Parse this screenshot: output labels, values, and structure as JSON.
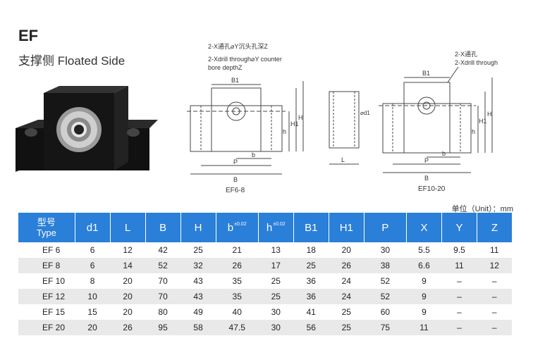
{
  "header": {
    "title": "EF",
    "subtitle": "支撑侧 Floated Side"
  },
  "drawing": {
    "note1_cn": "2-X通孔⌀Y沉头孔深Z",
    "note1_en1": "2-Xdrill through⌀Y counter",
    "note1_en2": "bore depthZ",
    "note2_cn": "2-X通孔",
    "note2_en": "2-Xdrill through",
    "label_left": "EF6-8",
    "label_right": "EF10-20",
    "dim_B1": "B1",
    "dim_B": "B",
    "dim_P": "P",
    "dim_b": "b",
    "dim_h": "h",
    "dim_H1": "H1",
    "dim_H": "H",
    "dim_L": "L",
    "dim_d1": "⌀d1"
  },
  "unit_note": "单位（Unit）：mm",
  "table": {
    "headers": [
      {
        "cn": "型号",
        "en": "Type"
      },
      {
        "label": "d1"
      },
      {
        "label": "L"
      },
      {
        "label": "B"
      },
      {
        "label": "H"
      },
      {
        "label": "b",
        "sup": "±0.02"
      },
      {
        "label": "h",
        "sup": "±0.02"
      },
      {
        "label": "B1"
      },
      {
        "label": "H1"
      },
      {
        "label": "P"
      },
      {
        "label": "X"
      },
      {
        "label": "Y"
      },
      {
        "label": "Z"
      }
    ],
    "rows": [
      [
        "EF  6",
        "6",
        "12",
        "42",
        "25",
        "21",
        "13",
        "18",
        "20",
        "30",
        "5.5",
        "9.5",
        "11"
      ],
      [
        "EF  8",
        "6",
        "14",
        "52",
        "32",
        "26",
        "17",
        "25",
        "26",
        "38",
        "6.6",
        "11",
        "12"
      ],
      [
        "EF  10",
        "8",
        "20",
        "70",
        "43",
        "35",
        "25",
        "36",
        "24",
        "52",
        "9",
        "–",
        "–"
      ],
      [
        "EF  12",
        "10",
        "20",
        "70",
        "43",
        "35",
        "25",
        "36",
        "24",
        "52",
        "9",
        "–",
        "–"
      ],
      [
        "EF  15",
        "15",
        "20",
        "80",
        "49",
        "40",
        "30",
        "41",
        "25",
        "60",
        "9",
        "–",
        "–"
      ],
      [
        "EF  20",
        "20",
        "26",
        "95",
        "58",
        "47.5",
        "30",
        "56",
        "25",
        "75",
        "11",
        "–",
        "–"
      ]
    ]
  }
}
